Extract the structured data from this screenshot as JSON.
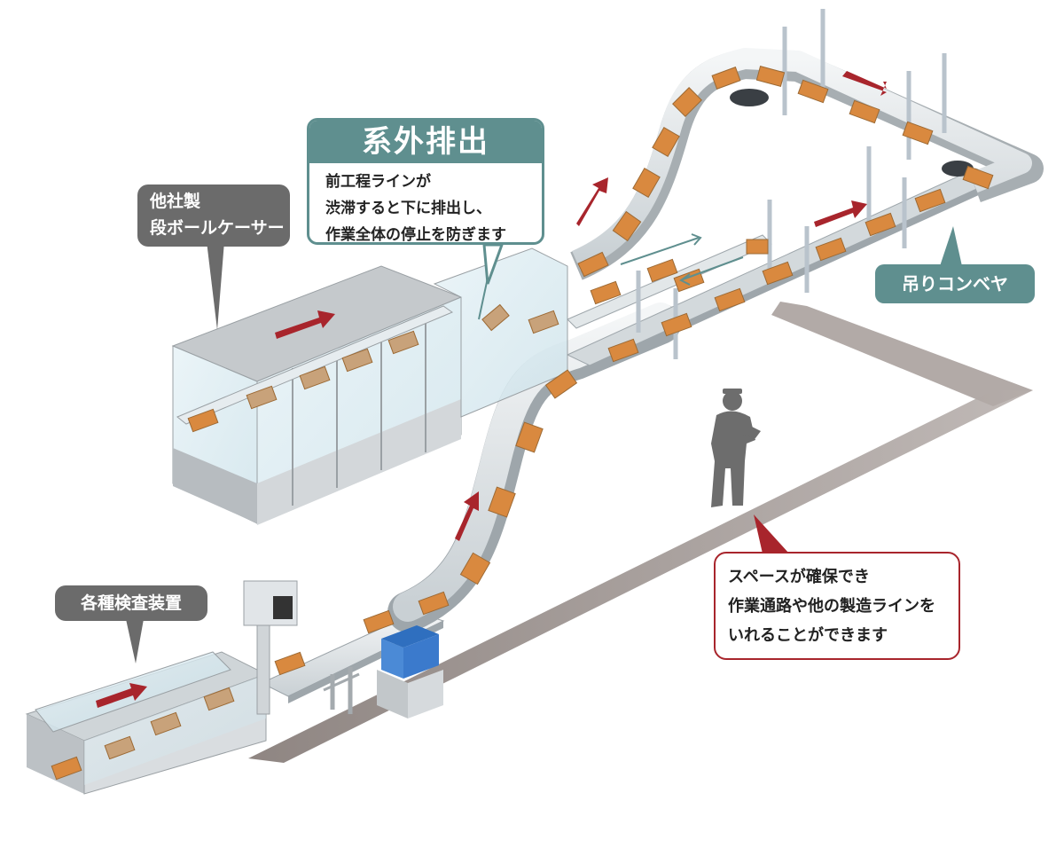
{
  "callouts": {
    "case_packer": {
      "lines": [
        "他社製",
        "段ボールケーサー"
      ]
    },
    "reject": {
      "title": "系外排出",
      "lines": [
        "前工程ラインが",
        "渋滞すると下に排出し、",
        "作業全体の停止を防ぎます"
      ]
    },
    "inspection": {
      "label": "各種検査装置"
    },
    "overhead_conveyor": {
      "label": "吊りコンベヤ"
    },
    "space": {
      "lines": [
        "スペースが確保でき",
        "作業通路や他の製造ラインを",
        "いれることができます"
      ]
    }
  },
  "colors": {
    "teal": "#5f8f8f",
    "gray_label": "#6b6b6b",
    "red_accent": "#a8252c",
    "box_orange": "#d9893f",
    "box_beige": "#c8a27a",
    "conveyor": "#e4e8ea",
    "shadow": "#9a8f8c"
  },
  "icons": [
    "worker-silhouette-icon",
    "flow-arrow-icon",
    "reject-arrow-icon"
  ]
}
